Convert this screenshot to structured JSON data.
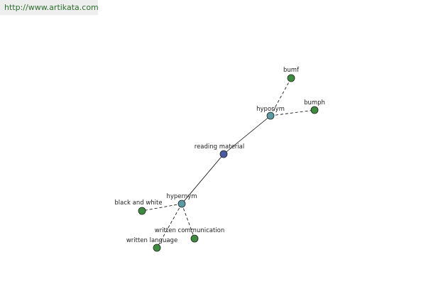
{
  "watermark": {
    "text": "http://www.artikata.com"
  },
  "graph": {
    "colors": {
      "center": "#4a5aa0",
      "relation": "#5a9aa0",
      "leaf": "#3e8a3e"
    },
    "nodes": [
      {
        "id": "reading-material",
        "label": "reading material",
        "kind": "center"
      },
      {
        "id": "hyponym",
        "label": "hyponym",
        "kind": "relation"
      },
      {
        "id": "hypernym",
        "label": "hypernym",
        "kind": "relation"
      },
      {
        "id": "bumf",
        "label": "bumf",
        "kind": "leaf"
      },
      {
        "id": "bumph",
        "label": "bumph",
        "kind": "leaf"
      },
      {
        "id": "black-and-white",
        "label": "black and white",
        "kind": "leaf"
      },
      {
        "id": "written-language",
        "label": "written language",
        "kind": "leaf"
      },
      {
        "id": "written-communication",
        "label": "written communication",
        "kind": "leaf"
      }
    ],
    "edges": [
      {
        "from": "reading-material",
        "to": "hyponym",
        "style": "solid"
      },
      {
        "from": "reading-material",
        "to": "hypernym",
        "style": "solid"
      },
      {
        "from": "hyponym",
        "to": "bumf",
        "style": "dashed"
      },
      {
        "from": "hyponym",
        "to": "bumph",
        "style": "dashed"
      },
      {
        "from": "hypernym",
        "to": "black-and-white",
        "style": "dashed"
      },
      {
        "from": "hypernym",
        "to": "written-language",
        "style": "dashed"
      },
      {
        "from": "hypernym",
        "to": "written-communication",
        "style": "dashed"
      }
    ]
  }
}
